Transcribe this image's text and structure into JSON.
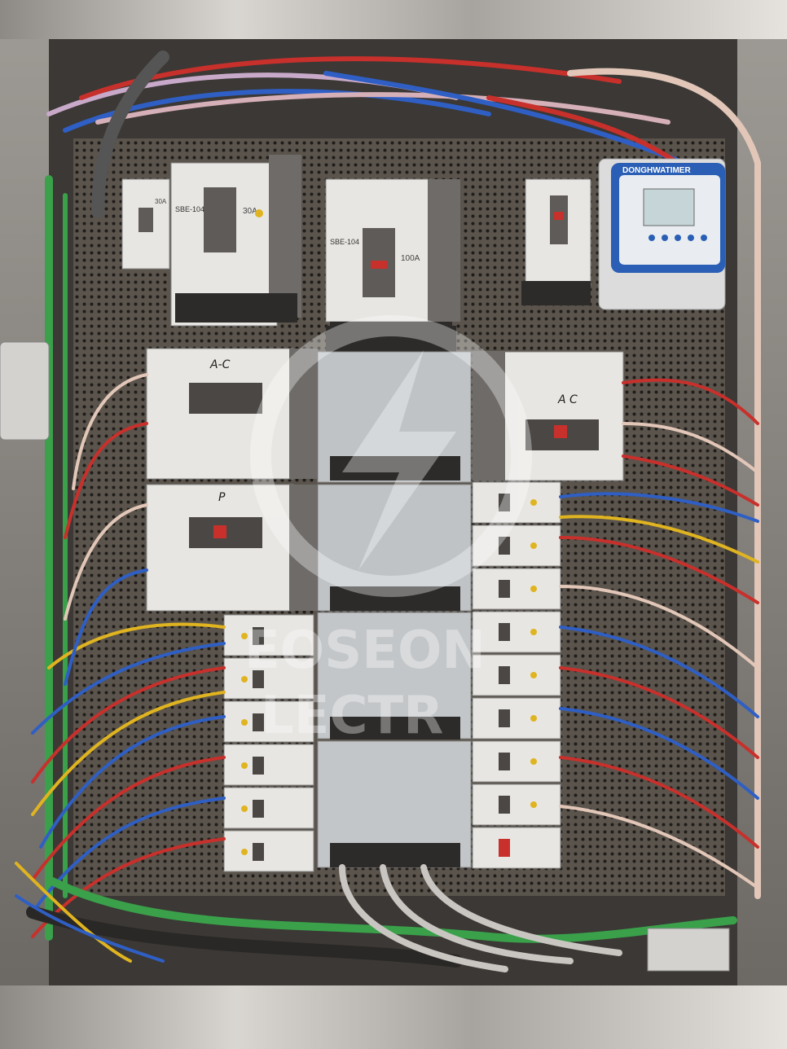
{
  "photo": {
    "breakers_top": [
      {
        "model": "SBE-104",
        "rating": "30A"
      },
      {
        "model": "SBE-104",
        "rating": "100A"
      }
    ],
    "breaker_small_top": {
      "rating": "30A"
    },
    "timer": {
      "brand": "DONGHWATIMER"
    },
    "breaker_labels": {
      "ac_left": "A-C",
      "ac_right": "A C",
      "p_left": "P"
    },
    "watermark": {
      "line1": "EOSEON",
      "line2": "LECTR"
    },
    "colors": {
      "panel_bg": "#3b3835",
      "pegboard": "#5a544c",
      "breaker_body": "#e8e6e2",
      "busbar": "#bfc3c6",
      "wire_red": "#c8302c",
      "wire_blue": "#2f5fc4",
      "wire_green": "#3aa04a",
      "wire_yellow": "#e0b420",
      "timer_blue": "#2a5fb5"
    }
  }
}
